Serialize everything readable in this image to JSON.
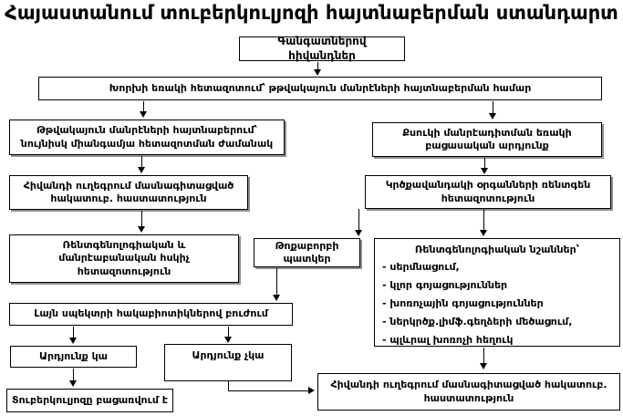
{
  "title": "Հայաստանում տուբերկուլյոզի հայտնաբերման ստանդարտ",
  "boxes": {
    "patients": "Գանգատներով հիվանդներ",
    "sputum_exam": "Խորխի եռակի հետազոտում՝ թթվակայուն մանրէների հայտնաբերման համար",
    "afb_found": "Թթվակայուն մանրէների հայտնաբերում՝ նույնիսկ միանգամյա հետազոտման ժամանակ",
    "referral": "Հիվանդի ուղեգրում մասնագիտացված հակատուբ. հաստատություն",
    "control_exam": "Ռենտգենոլոգիական և մանրէաբանական հսկիչ հետազոտություն",
    "pneumonia_picture": "Թոքաբորբի պատկեր",
    "negative_smear": "Քսուկի մանրէադիտման եռակի բացասական արդյունք",
    "chest_xray": "Կրծքավանդակի օրգանների ռենտգեն հետազոտություն",
    "xray_signs_title": "Ռենտգենոլոգիական նշաններ՝",
    "xray_signs": [
      "- սերմնացում,",
      "- կլոր գոյացություններ",
      "- խոռոչային գոյացություններ",
      "- ներկրծք.լիմֆ.գեղձերի մեծացում,",
      "- պլևրալ խոռոչի հեղուկ"
    ],
    "antibiotics": "Լայն սպեկտրի հակաբիոտիկներով բուժում",
    "result_yes": "Արդյունք կա",
    "result_no": "Արդյունք չկա",
    "tb_excluded": "Տուբերկուլյոզը բացառվում է",
    "referral_final": "Հիվանդի ուղեգրում մասնագիտացված հակատուբ. հաստատություն"
  },
  "colors": {
    "line": "#000000",
    "background": "#ffffff",
    "shadow": "#8f8f8f"
  }
}
